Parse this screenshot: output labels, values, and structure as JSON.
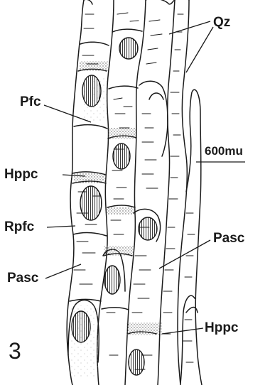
{
  "figure": {
    "number": "3",
    "scale_bar": {
      "label": "600mu"
    },
    "labels": {
      "qz": "Qz",
      "pfc": "Pfc",
      "hppc_left": "Hppc",
      "rpfc": "Rpfc",
      "pasc_left": "Pasc",
      "pasc_right": "Pasc",
      "hppc_right": "Hppc"
    }
  },
  "colors": {
    "ink": "#1a1a1a",
    "paper": "#ffffff",
    "stipple": "#bdbdbd"
  }
}
